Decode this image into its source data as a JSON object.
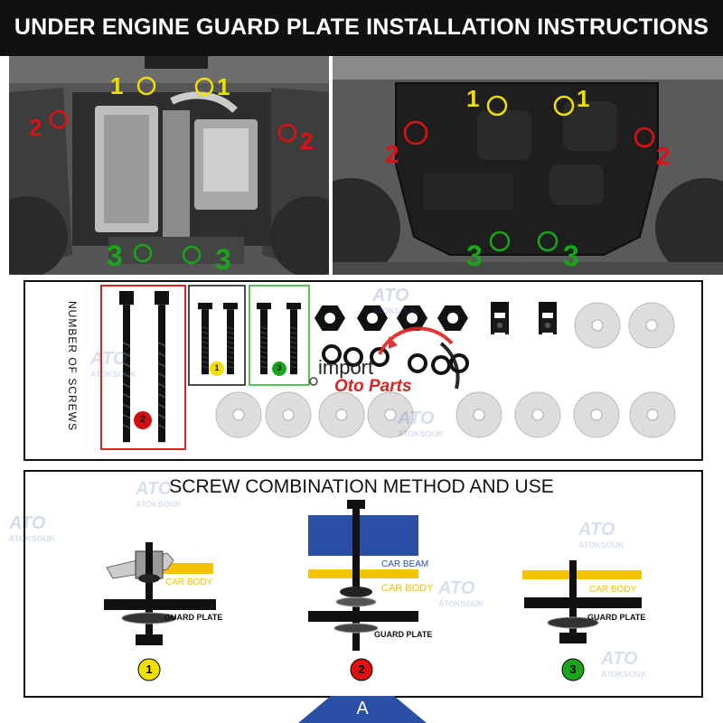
{
  "header": {
    "title": "UNDER ENGINE GUARD PLATE INSTALLATION INSTRUCTIONS"
  },
  "photos": {
    "left": {
      "marker_numbers": [
        "1",
        "1",
        "2",
        "2",
        "3",
        "3"
      ]
    },
    "right": {
      "marker_numbers": [
        "1",
        "1",
        "2",
        "2",
        "3",
        "3"
      ]
    },
    "marker_colors": {
      "1": "#f0e000",
      "2": "#e01010",
      "3": "#1aa51a"
    }
  },
  "parts": {
    "side_label": "NUMBER OF SCREWS",
    "group_labels": [
      "2",
      "1",
      "3"
    ],
    "logo": {
      "line1": "import",
      "line2": "Oto Parts"
    }
  },
  "combination": {
    "title": "SCREW COMBINATION METHOD AND USE",
    "diagram1": {
      "number": "1",
      "car_body": "CAR BODY",
      "guard_plate": "GUARD PLATE"
    },
    "diagram2": {
      "number": "2",
      "car_beam": "CAR BEAM",
      "car_body": "CAR BODY",
      "guard_plate": "GUARD PLATE"
    },
    "diagram3": {
      "number": "3",
      "car_body": "CAR BODY",
      "guard_plate": "GUARD PLATE"
    },
    "bottom_tab": "A"
  },
  "watermark": {
    "text": "ATOKSOUK",
    "logo_letters": "ATO"
  }
}
